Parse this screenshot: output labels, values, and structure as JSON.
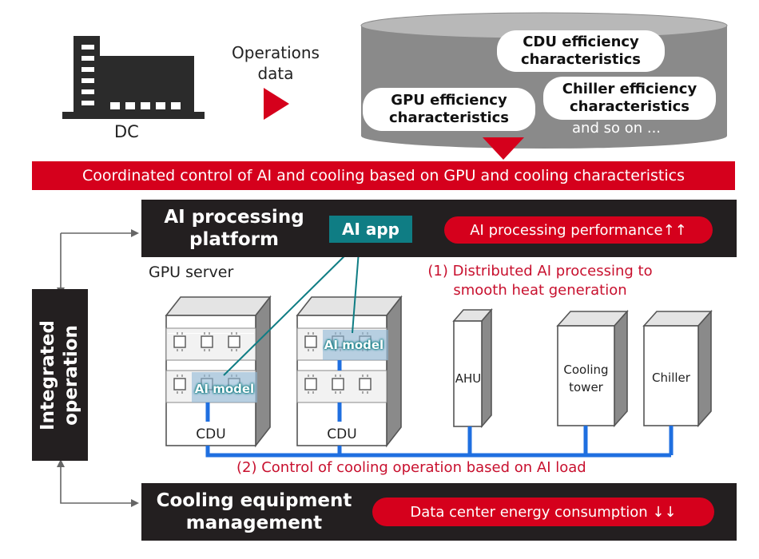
{
  "top": {
    "dc_label": "DC",
    "ops_line1": "Operations",
    "ops_line2": "data"
  },
  "database": {
    "cdu_line1": "CDU efficiency",
    "cdu_line2": "characteristics",
    "gpu_line1": "GPU efficiency",
    "gpu_line2": "characteristics",
    "chiller_line1": "Chiller efficiency",
    "chiller_line2": "characteristics",
    "more": "and so on ..."
  },
  "banner": "Coordinated control of AI and cooling based on GPU and cooling characteristics",
  "ai_platform": {
    "title_line1": "AI processing",
    "title_line2": "platform",
    "app": "AI app",
    "performance": "AI processing performance↑↑"
  },
  "gpu_server_label": "GPU server",
  "note1_line1": "(1) Distributed AI processing to",
  "note1_line2": "smooth heat generation",
  "note2": "(2) Control of cooling operation based on AI load",
  "server1": {
    "model": "AI model",
    "cdu": "CDU"
  },
  "server2": {
    "model": "AI model",
    "cdu": "CDU"
  },
  "equipment": {
    "ahu": "AHU",
    "tower_line1": "Cooling",
    "tower_line2": "tower",
    "chiller": "Chiller"
  },
  "integrated_line1": "Integrated",
  "integrated_line2": "operation",
  "cooling_mgmt": {
    "title_line1": "Cooling equipment",
    "title_line2": "management",
    "energy": "Data center energy consumption ↓↓"
  },
  "colors": {
    "red": "#d5001c",
    "dark": "#231f20",
    "teal": "#0f7d84",
    "pipe": "#1f6fe0"
  }
}
